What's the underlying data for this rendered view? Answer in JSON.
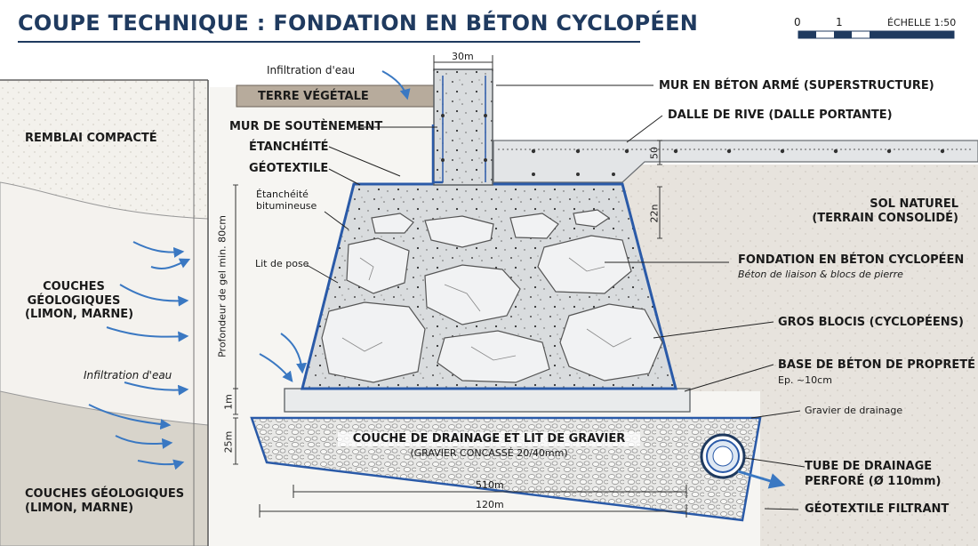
{
  "title": "COUPE TECHNIQUE : FONDATION EN BÉTON CYCLOPÉEN",
  "scale": {
    "tick_0": "0",
    "tick_1": "1",
    "label": "ÉCHELLE 1:50"
  },
  "labels": {
    "infiltration_top": "Infiltration d'eau",
    "terre_vegetale": "TERRE VÉGÉTALE",
    "mur_soutenement": "MUR DE SOUTÈNEMENT",
    "etancheite": "ÉTANCHÉITÉ",
    "geotextile": "GÉOTEXTILE",
    "etancheite_bitumineuse": "Étanchéité\nbitumineuse",
    "lit_de_pose": "Lit de pose",
    "remblai": "REMBLAI COMPACTÉ",
    "couches_left_mid": "COUCHES\nGÉOLOGIQUES\n(LIMON, MARNE)",
    "infiltration_left": "Infiltration d'eau",
    "couches_left_bottom": "COUCHES GÉOLOGIQUES\n(LIMON, MARNE)",
    "profondeur_gel": "Profondeur de gel min. 80cm",
    "mur_beton_arme": "MUR EN BÉTON ARMÉ (SUPERSTRUCTURE)",
    "dalle_rive": "DALLE DE RIVE (DALLE PORTANTE)",
    "sol_naturel": "SOL NATUREL\n(TERRAIN CONSOLIDÉ)",
    "fondation_title": "FONDATION EN BÉTON CYCLOPÉEN",
    "fondation_sub": "Béton de liaison & blocs de pierre",
    "gros_blocis": "GROS BLOCIS (CYCLOPÉENS)",
    "base_title": "BASE DE BÉTON DE PROPRETÉ",
    "base_sub": "Ep. ~10cm",
    "gravier_drainage": "Gravier de drainage",
    "tube_title": "TUBE DE DRAINAGE",
    "tube_sub": "PERFORÉ (Ø 110mm)",
    "geotextile_filtrant": "GÉOTEXTILE FILTRANT",
    "couche_drainage_title": "COUCHE DE DRAINAGE ET LIT DE GRAVIER",
    "couche_drainage_sub": "(GRAVIER CONCASSÉ 20/40mm)"
  },
  "dimensions": {
    "wall_width": "30m",
    "slab": "50",
    "footing_upper": "22n",
    "base_height": "1m",
    "drain_height": "25m",
    "footing_width": "510m",
    "total_width": "120m"
  },
  "colors": {
    "title": "#1f3a5f",
    "water_arrow": "#3a78c2",
    "membrane": "#2a5aa8",
    "concrete": "#d7dadc",
    "topsoil": "#b9ada0",
    "soil_left": "#efece6",
    "soil_right": "#e6e2dc"
  }
}
